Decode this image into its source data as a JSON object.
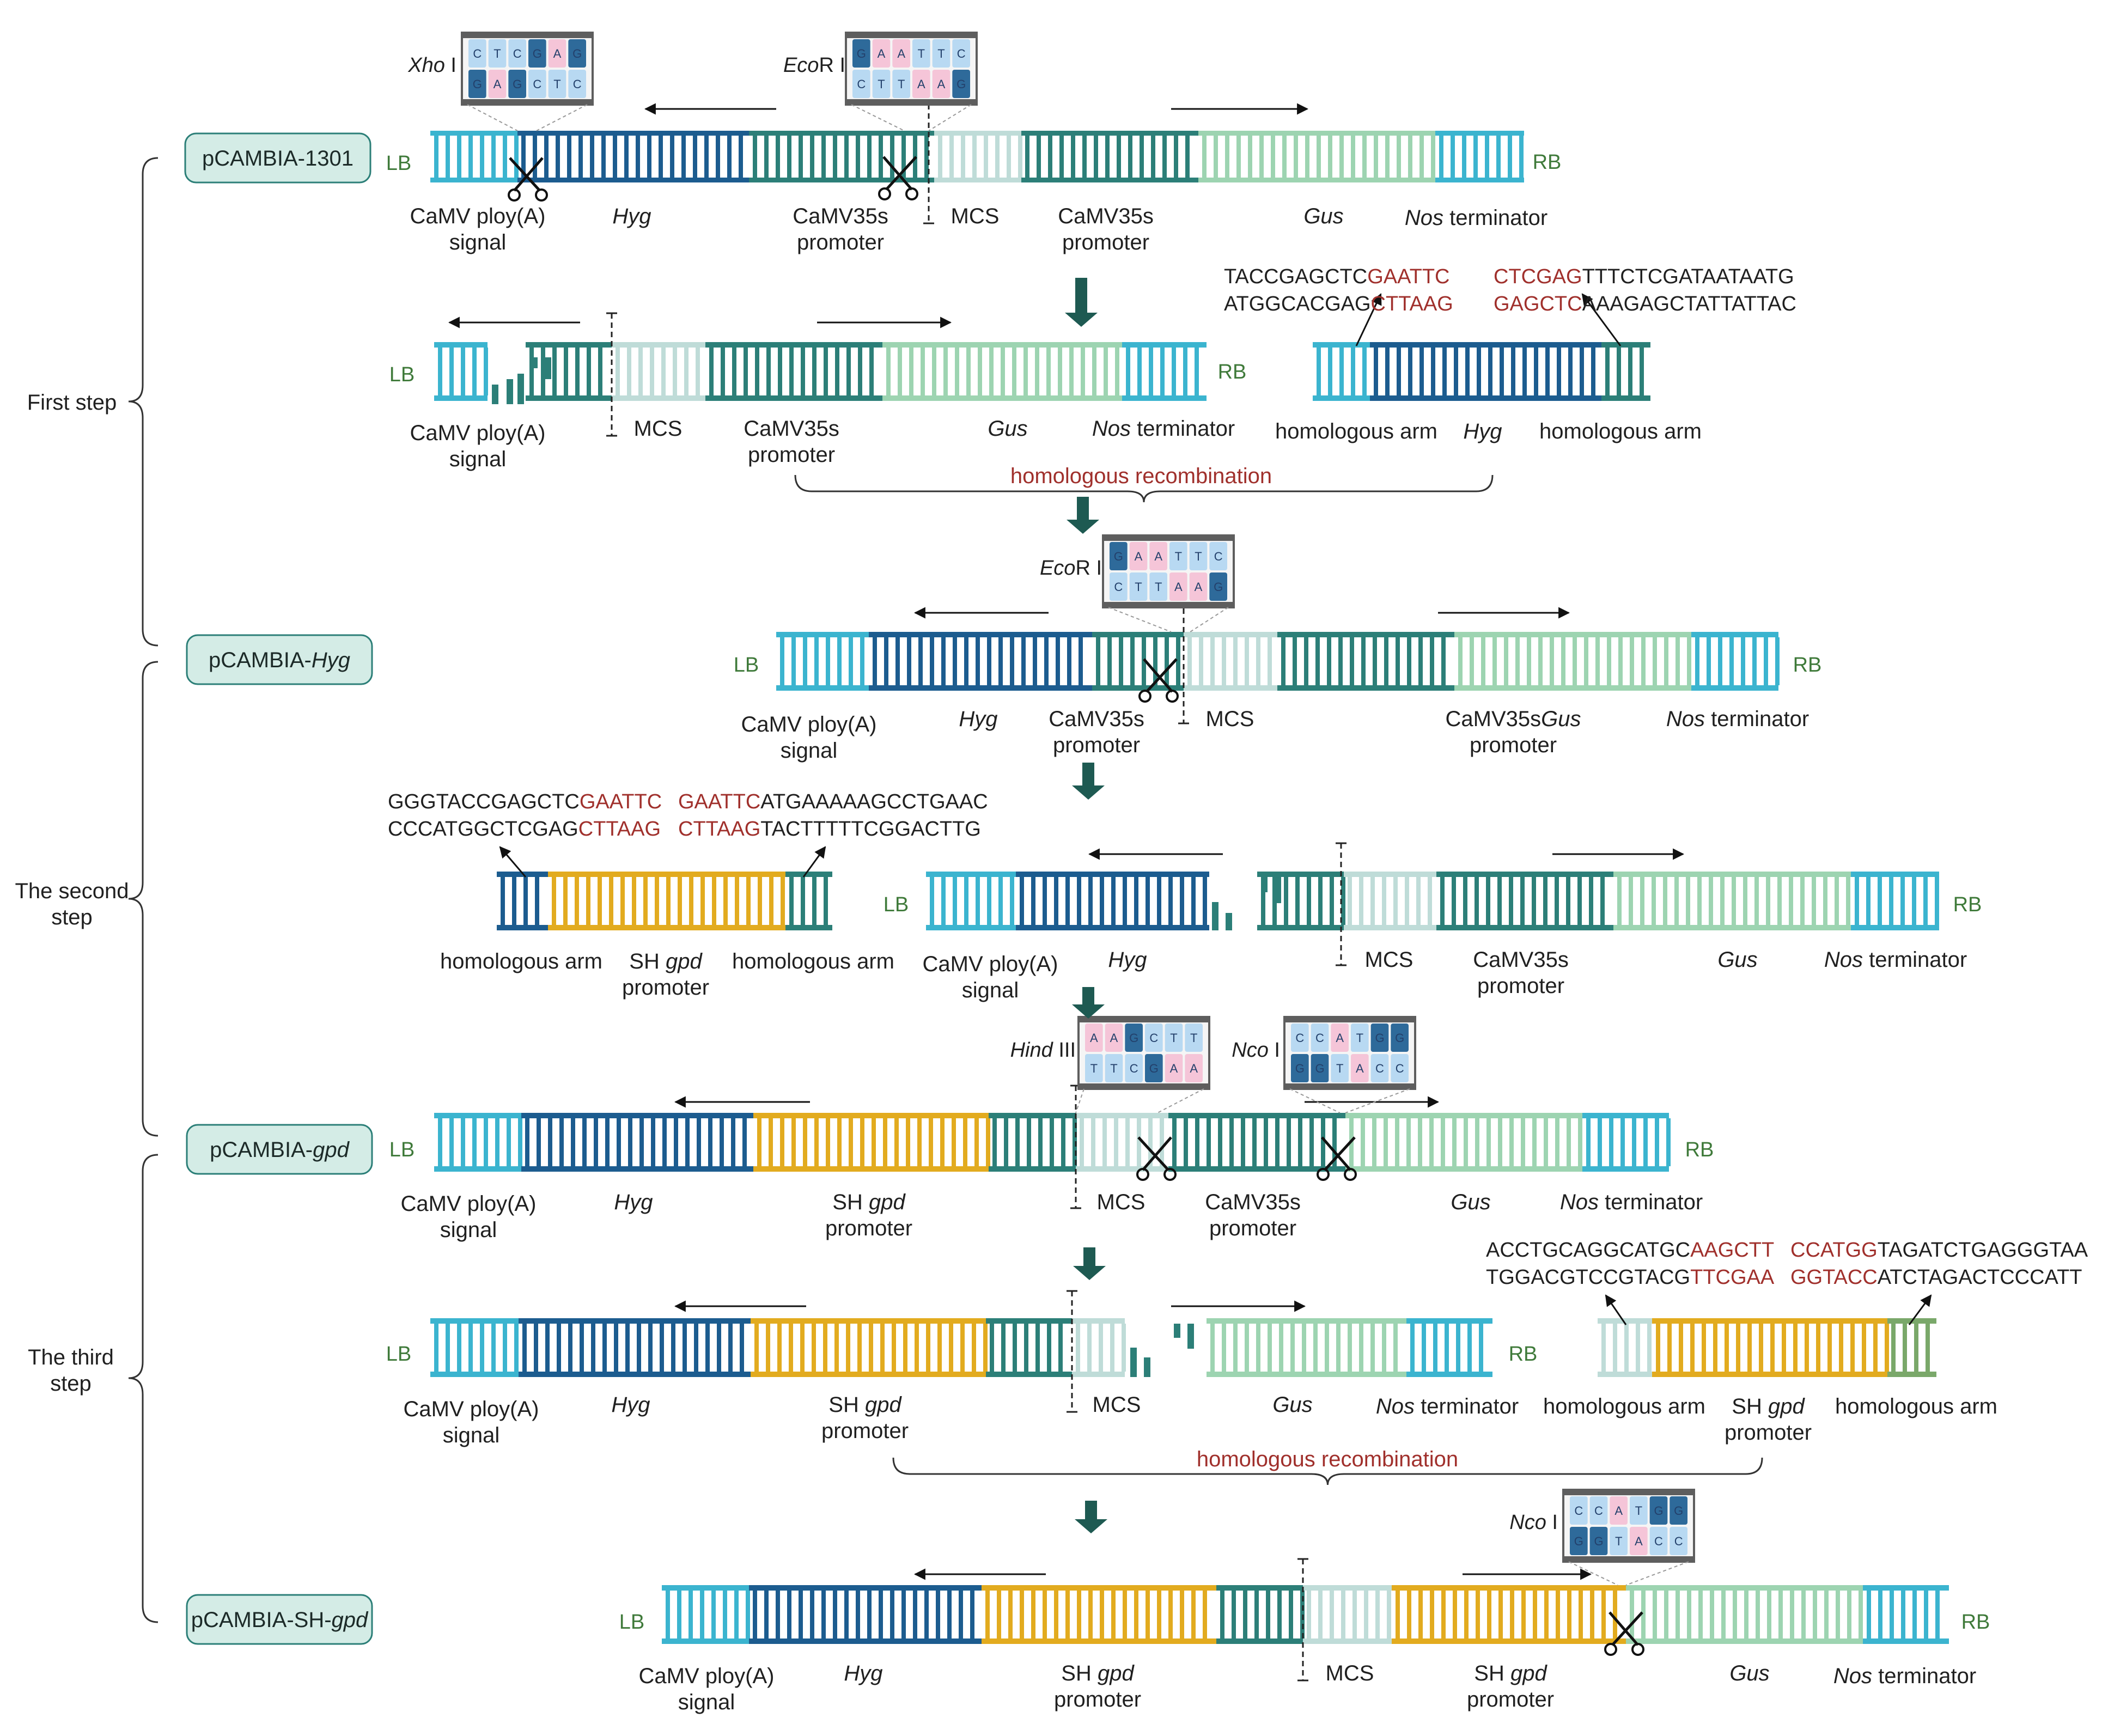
{
  "colors": {
    "hyg": "#1c5c8f",
    "cyan": "#3bb4cf",
    "teal": "#2c7f78",
    "pale_mint": "#bfdcd8",
    "light_green": "#9dd4b1",
    "gold": "#e2ab1f",
    "olive_green": "#7aa86a",
    "text_red": "#a0302c",
    "lb_rb_green": "#3f7a3a",
    "label_box_fill": "#d4ece6",
    "arrow_green": "#1e5a52",
    "nt_blue": "#b8d9f2",
    "nt_pink": "#f5c5d8",
    "nt_purple": "#c9b8e8",
    "nt_salmon": "#eea79a",
    "nt_dark": "#2e6a9a"
  },
  "steps": {
    "first": "First step",
    "second": "The second step",
    "third": "The third step"
  },
  "plasmids": {
    "p1301": "pCAMBIA-1301",
    "phyg_prefix": "pCAMBIA-",
    "phyg_ital": "Hyg",
    "pgpd_prefix": "pCAMBIA-",
    "pgpd_ital": "gpd",
    "pshgpd_prefix": "pCAMBIA-SH-",
    "pshgpd_ital": "gpd"
  },
  "ends": {
    "lb": "LB",
    "rb": "RB"
  },
  "enzymes": {
    "xho": "Xho",
    "xho_suffix": " I",
    "eco": "Eco",
    "eco_suffix": "R I",
    "hind": "Hind",
    "hind_suffix": " III",
    "nco": "Nco",
    "nco_suffix": " I",
    "xho_top": [
      "C",
      "T",
      "C",
      "G",
      "A",
      "G"
    ],
    "xho_bot": [
      "G",
      "A",
      "G",
      "C",
      "T",
      "C"
    ],
    "eco_top": [
      "G",
      "A",
      "A",
      "T",
      "T",
      "C"
    ],
    "eco_bot": [
      "C",
      "T",
      "T",
      "A",
      "A",
      "G"
    ],
    "hind_top": [
      "A",
      "A",
      "G",
      "C",
      "T",
      "T"
    ],
    "hind_bot": [
      "T",
      "T",
      "C",
      "G",
      "A",
      "A"
    ],
    "nco_top": [
      "C",
      "C",
      "A",
      "T",
      "G",
      "G"
    ],
    "nco_bot": [
      "G",
      "G",
      "T",
      "A",
      "C",
      "C"
    ]
  },
  "labels": {
    "camv_polya_1": "CaMV ploy(A)",
    "camv_polya_2": "signal",
    "hyg": "Hyg",
    "camv35s_1": "CaMV35s",
    "camv35s_2": "promoter",
    "mcs": "MCS",
    "gus": "Gus",
    "nos_ital": "Nos",
    "nos_rest": " terminator",
    "homologous_arm": "homologous arm",
    "sh": "SH ",
    "gpd": "gpd",
    "promoter": "promoter",
    "camv35sgus_1": "CaMV35s",
    "camv35sgus_ital": "Gus",
    "homologous_recombination": "homologous recombination"
  },
  "sequences": {
    "s1_left_top_black": "TACCGAGCTC",
    "s1_left_top_red": "GAATTC",
    "s1_left_bot_black": "ATGGCACGAG",
    "s1_left_bot_red": "CTTAAG",
    "s1_right_top_red": "CTCGAG",
    "s1_right_top_black": "TTTCTCGATAATAATG",
    "s1_right_bot_red": "GAGCTC",
    "s1_right_bot_black": "AAAGAGCTATTATTAC",
    "s2_left_top_black": "GGGTACCGAGCTC",
    "s2_left_top_red": "GAATTC",
    "s2_left_bot_black": "CCCATGGCTCGAG",
    "s2_left_bot_red": "CTTAAG",
    "s2_right_top_red": "GAATTC",
    "s2_right_top_black": "ATGAAAAAGCCTGAAC",
    "s2_right_bot_red": "CTTAAG",
    "s2_right_bot_black": "TACTTTTTCGGACTTG",
    "s3_left_top_black": "ACCTGCAGGCATGC",
    "s3_left_top_red": "AAGCTT",
    "s3_left_bot_black": "TGGACGTCCGTACG",
    "s3_left_bot_red": "TTCGAA",
    "s3_right_top_red": "CCATGG",
    "s3_right_top_black": "TAGATCTGAGGGTAA",
    "s3_right_bot_red": "GGTACC",
    "s3_right_bot_black": "ATCTAGACTCCCATT"
  }
}
